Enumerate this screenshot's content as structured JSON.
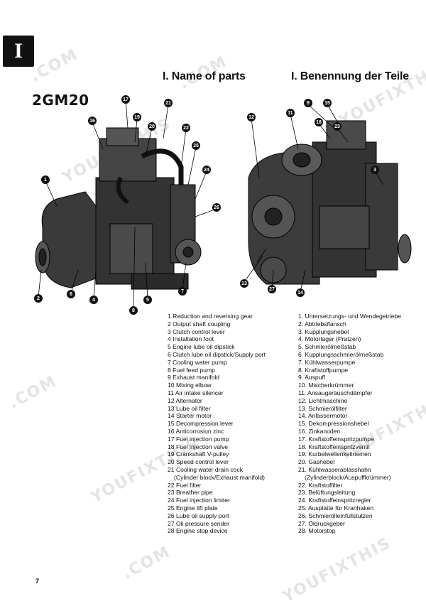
{
  "section_tab": "I",
  "heading_en": "I. Name of parts",
  "heading_de": "I. Benennung der Teile",
  "model": "2GM20",
  "page_number": "7",
  "watermark": {
    "text1": "YOUFIXTHIS",
    "text2": ".COM"
  },
  "parts_en": [
    "1 Reduction and reversing gear",
    "2 Output shaft coupling",
    "3 Clutch control lever",
    "4 Installation foot",
    "5 Engine lube oil dipstick",
    "6 Clutch lube oil dipstick/Supply port",
    "7 Cooling water pump",
    "8 Fuel feed pump",
    "9 Exhaust manifold",
    "10 Mixing elbow",
    "11 Air intake silencer",
    "12 Alternator",
    "13 Lube oil filter",
    "14 Starter motor",
    "15 Decompression lever",
    "16 Anticorrosion zinc",
    "17 Fuel injection pump",
    "18 Fuel injection valve",
    "19 Crankshaft V-pulley",
    "20 Speed control lever",
    "21 Cooling water drain cock",
    "(Cylinder block/Exhaust manifold)",
    "22 Fuel filter",
    "23 Breather pipe",
    "24 Fuel injection limiter",
    "25 Engine lift plate",
    "26 Lube oil supply port",
    "27 Oil pressure sender",
    "28 Engine stop device"
  ],
  "parts_de": [
    "1. Untersetzungs- und Wendegetriebe",
    "2. Abtriebsflansch",
    "3. Kupplungshebel",
    "4. Motorlager (Pratzen)",
    "5. Schmierölmeßstab",
    "6. Kupplungsschmierölmeßstab",
    "7. Kühlwasserpumpe",
    "8. Kraftstoffpumpe",
    "9. Auspuff",
    "10. Mischerkrümmer",
    "11. Ansaugeräuschdämpfer",
    "12. Lichtmaschine",
    "13. Schmierölfilter",
    "14. Anlassermotor",
    "15. Dekompressionshebel",
    "16. Zinkanoden",
    "17. Kraftstoffeinspritzpumpe",
    "18. Kraftstoffeinspritzventil",
    "19. Kurbelwellenkeilriemen",
    "20. Gashebel",
    "21. Kühlwasserablasshahn",
    "(Zylinderblock/Auspuffkrümmer)",
    "22. Kraftstoffilter",
    "23. Belüftungsleitung",
    "24. Kraftstoffeinspritzregler",
    "25. Ausplatte für Kranhaken",
    "26. Schmierölleinfüllstutzen",
    "27. Öldruckgeber",
    "28. Motorstop"
  ],
  "callouts_left": [
    "1",
    "2",
    "4",
    "5",
    "6",
    "7",
    "8",
    "16",
    "17",
    "19",
    "20",
    "21",
    "22",
    "24",
    "25",
    "26"
  ],
  "callouts_right": [
    "3",
    "9",
    "11",
    "12",
    "13",
    "14",
    "15",
    "18",
    "23",
    "27"
  ]
}
